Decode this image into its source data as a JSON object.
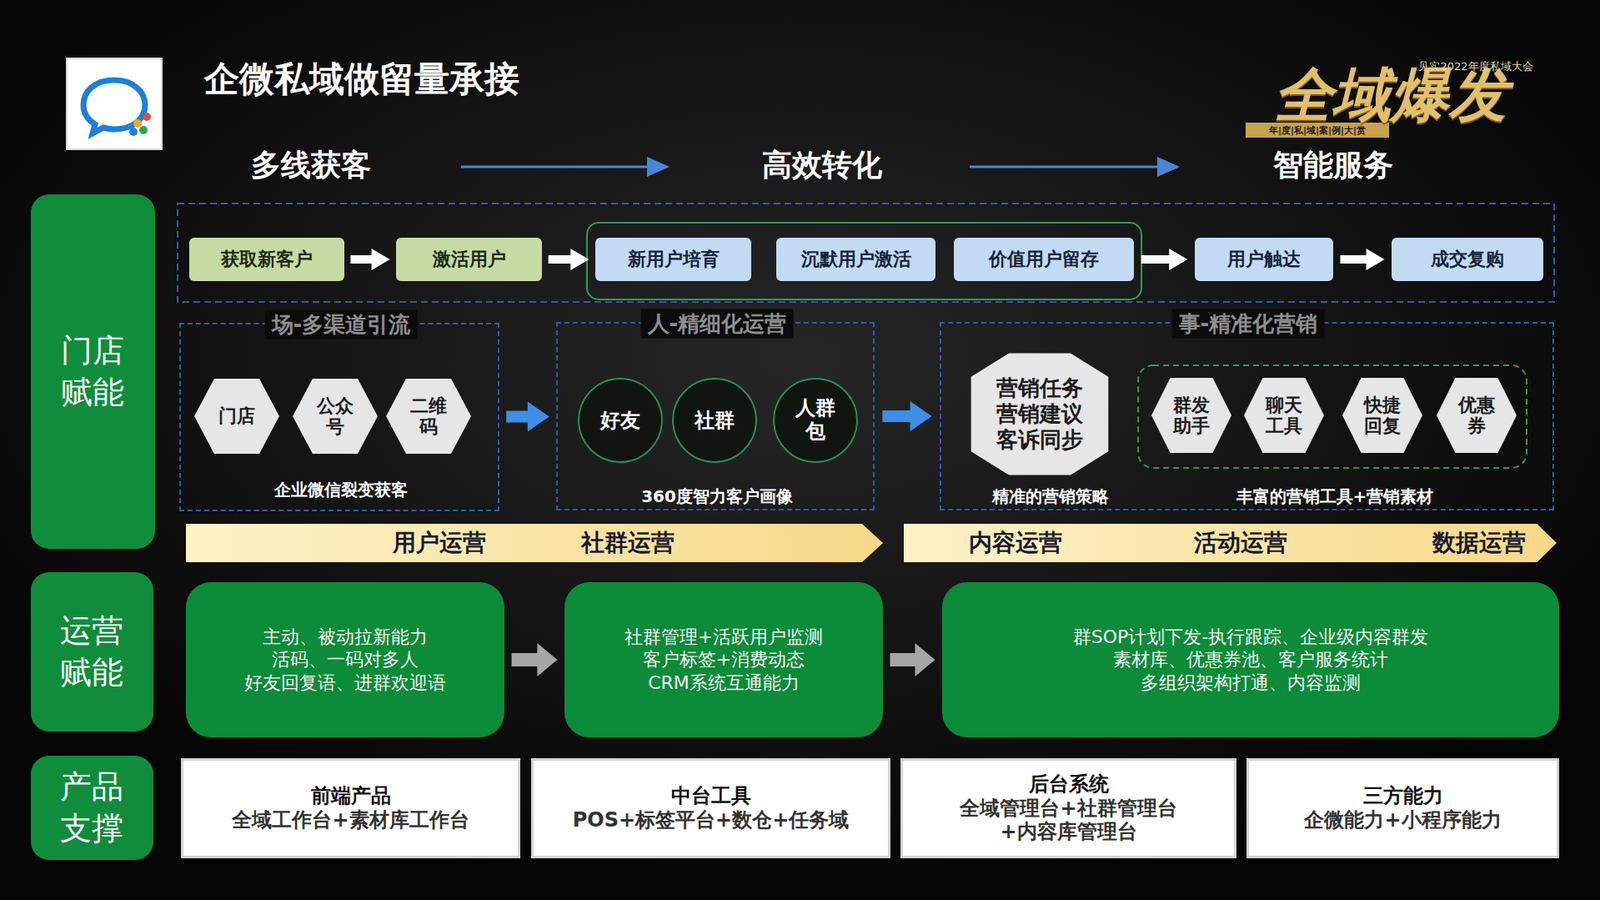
{
  "diagram": {
    "title": "企微私域做留量承接",
    "nodes": [
      {
        "text": [
          "门店赋能"
        ]
      },
      {
        "text": [
          "运营赋能"
        ]
      },
      {
        "text": [
          "产品支撑"
        ]
      },
      {
        "text": [
          "获取新客户"
        ]
      },
      {
        "text": [
          "激活用户"
        ]
      },
      {
        "text": [
          "新用户培育"
        ]
      },
      {
        "text": [
          "沉默用户激活"
        ]
      },
      {
        "text": [
          "价值用户留存"
        ]
      },
      {
        "text": [
          "用户触达"
        ]
      },
      {
        "text": [
          "成交复购"
        ]
      },
      {
        "text": [
          "场-多渠道引流",
          "企业微信裂变获客"
        ]
      },
      {
        "text": [
          "门店"
        ],
        "in": 10
      },
      {
        "text": [
          "公众号"
        ],
        "in": 10
      },
      {
        "text": [
          "二维码"
        ],
        "in": 10
      },
      {
        "text": [
          "人-精细化运营",
          "360度智力客户画像"
        ]
      },
      {
        "text": [
          "好友"
        ],
        "in": 14
      },
      {
        "text": [
          "社群"
        ],
        "in": 14
      },
      {
        "text": [
          "人群包"
        ],
        "in": 14
      },
      {
        "text": [
          "事-精准化营销",
          "精准的营销策略",
          "丰富的营销工具+营销素材"
        ]
      },
      {
        "text": [
          "营销任务 营销建议 客诉同步"
        ],
        "in": 18
      },
      {
        "text": [
          "群发助手"
        ],
        "in": 18
      },
      {
        "text": [
          "聊天工具"
        ],
        "in": 18
      },
      {
        "text": [
          "快捷回复"
        ],
        "in": 18
      },
      {
        "text": [
          "优惠券"
        ],
        "in": 18
      },
      {
        "text": [
          "用户运营",
          "社群运营"
        ]
      },
      {
        "text": [
          "内容运营",
          "活动运营",
          "数据运营"
        ]
      },
      {
        "text": [
          "主动、被动拉新能力",
          "活码、一码对多人",
          "好友回复语、进群欢迎语"
        ]
      },
      {
        "text": [
          "社群管理+活跃用户监测",
          "客户标签+消费动态",
          "CRM系统互通能力"
        ]
      },
      {
        "text": [
          "群SOP计划下发-执行跟踪、企业级内容群发",
          "素材库、优惠券池、客户服务统计",
          "多组织架构打通、内容监测"
        ]
      },
      {
        "text": [
          "前端产品",
          "全域工作台+素材库工作台"
        ]
      },
      {
        "text": [
          "中台工具",
          "POS+标签平台+数仓+任务域"
        ]
      },
      {
        "text": [
          "后台系统",
          "全域管理台+社群管理台",
          "+内容库管理台"
        ]
      },
      {
        "text": [
          "三方能力",
          "企微能力+小程序能力"
        ]
      }
    ],
    "edges": [
      {
        "from": 3,
        "to": 4,
        "arrow": "to"
      },
      {
        "from": 4,
        "to": 5,
        "arrow": "to"
      },
      {
        "from": 7,
        "to": 8,
        "arrow": "to"
      },
      {
        "from": 8,
        "to": 9,
        "arrow": "to"
      },
      {
        "from": 10,
        "to": 14,
        "arrow": "to"
      },
      {
        "from": 14,
        "to": 18,
        "arrow": "to"
      },
      {
        "from": 26,
        "to": 27,
        "arrow": "to"
      },
      {
        "from": 27,
        "to": 28,
        "arrow": "to"
      }
    ],
    "labels": [
      "多线获客",
      "高效转化",
      "智能服务",
      "全域爆发",
      "见实2022年度私域大会",
      "年|度|私|域|案|例|大|赏"
    ]
  }
}
